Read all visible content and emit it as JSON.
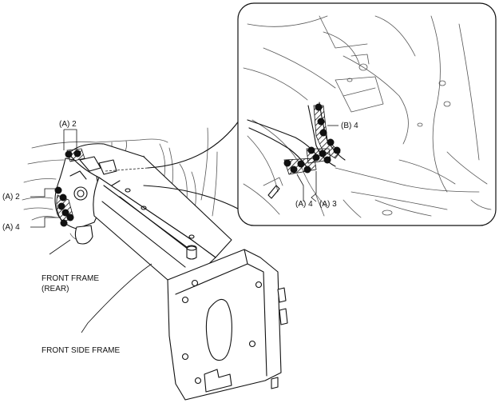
{
  "labels": {
    "a2_top": "(A) 2",
    "a2_left": "(A) 2",
    "a4_left": "(A) 4",
    "b4_inset": "(B) 4",
    "a4_inset": "(A) 4",
    "a3_inset": "(A) 3",
    "front_frame_rear_line1": "FRONT FRAME",
    "front_frame_rear_line2": "(REAR)",
    "front_side_frame": "FRONT SIDE FRAME"
  },
  "colors": {
    "line": "#111111",
    "background": "#ffffff",
    "weld": "#111111"
  },
  "icons": {
    "weld_point": "filled-circle",
    "weld_area": "hatched-region"
  }
}
